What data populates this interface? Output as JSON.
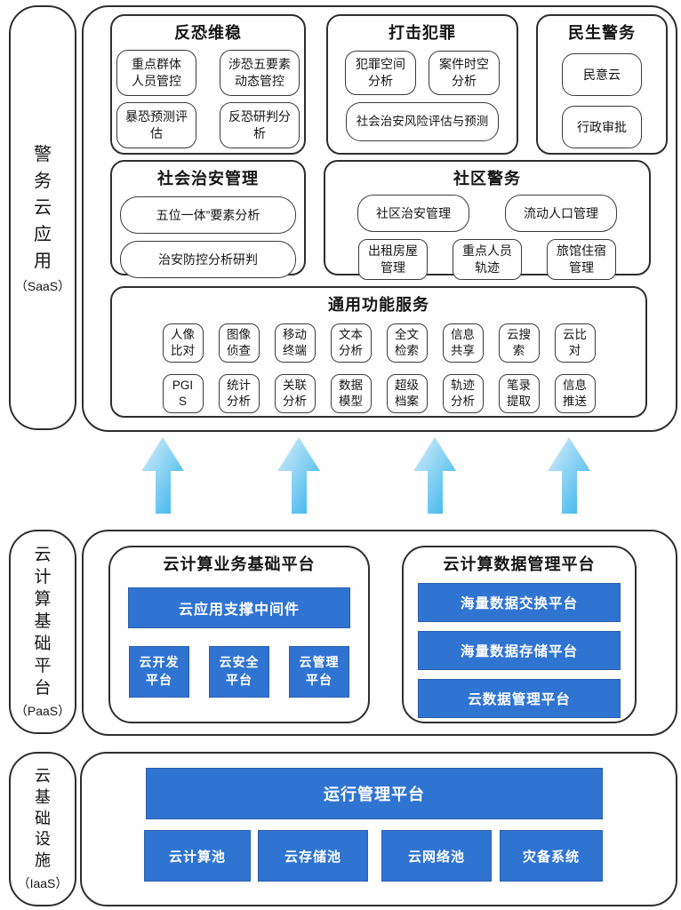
{
  "rails": {
    "saas": {
      "vertical": "警\n务\n云\n应\n用",
      "suffix": "（SaaS）"
    },
    "paas": {
      "vertical": "云\n计\n算\n基\n础\n平\n台",
      "suffix": "（PaaS）"
    },
    "iaas": {
      "vertical": "云\n基\n础\n设\n施",
      "suffix": "（IaaS）"
    }
  },
  "saas": {
    "terror": {
      "title": "反恐维稳",
      "boxes": [
        "重点群体\n人员管控",
        "涉恐五要素\n动态管控",
        "暴恐预测评\n估",
        "反恐研判分\n析"
      ]
    },
    "crime": {
      "title": "打击犯罪",
      "boxes": [
        "犯罪空间\n分析",
        "案件时空\n分析"
      ],
      "wide": "社会治安风险评估与预测"
    },
    "civil": {
      "title": "民生警务",
      "boxes": [
        "民意云",
        "行政审批"
      ]
    },
    "security": {
      "title": "社会治安管理",
      "boxes": [
        "五位一体”要素分析",
        "治安防控分析研判"
      ]
    },
    "community": {
      "title": "社区警务",
      "row1": [
        "社区治安管理",
        "流动人口管理"
      ],
      "row2": [
        "出租房屋\n管理",
        "重点人员\n轨迹",
        "旅馆住宿\n管理"
      ]
    },
    "general": {
      "title": "通用功能服务",
      "row1": [
        "人像\n比对",
        "图像\n侦查",
        "移动\n终端",
        "文本\n分析",
        "全文\n检索",
        "信息\n共享",
        "云搜\n索",
        "云比\n对"
      ],
      "row2": [
        "PGI\nS",
        "统计\n分析",
        "关联\n分析",
        "数据\n模型",
        "超级\n档案",
        "轨迹\n分析",
        "笔录\n提取",
        "信息\n推送"
      ]
    }
  },
  "paas": {
    "biz": {
      "title": "云计算业务基础平台",
      "bar": "云应用支撑中间件",
      "boxes": [
        "云开发\n平台",
        "云安全\n平台",
        "云管理\n平台"
      ]
    },
    "data": {
      "title": "云计算数据管理平台",
      "bars": [
        "海量数据交换平台",
        "海量数据存储平台",
        "云数据管理平台"
      ]
    }
  },
  "iaas": {
    "bar": "运行管理平台",
    "boxes": [
      "云计算池",
      "云存储池",
      "云网络池",
      "灾备系统"
    ]
  },
  "colors": {
    "blue_fill": "#3074D2",
    "blue_border": "#2b5fae",
    "arrow_light": "#DCF0FC",
    "arrow_mid": "#8ED3F4",
    "arrow_deep": "#2EB1EC",
    "line": "#2e2e2e"
  }
}
